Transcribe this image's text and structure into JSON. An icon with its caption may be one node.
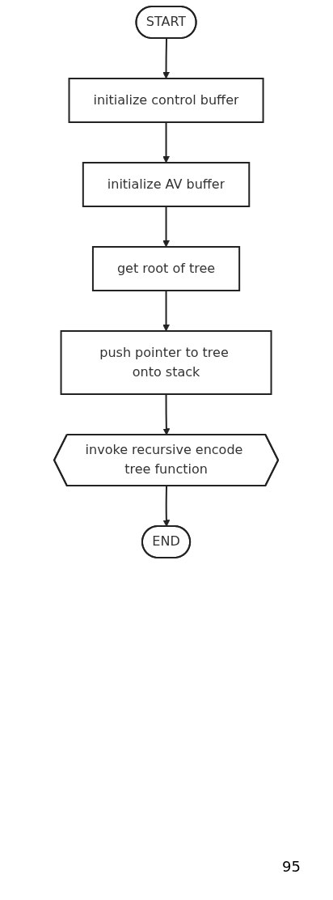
{
  "diagram": {
    "nodes": [
      {
        "text": [
          "START"
        ]
      },
      {
        "text": [
          "initialize control buffer"
        ]
      },
      {
        "text": [
          "initialize AV buffer"
        ]
      },
      {
        "text": [
          "get root of tree"
        ]
      },
      {
        "text": [
          "push pointer to tree onto stack"
        ]
      },
      {
        "text": [
          "invoke recursive encode tree function"
        ]
      },
      {
        "text": [
          "END"
        ]
      }
    ],
    "edges": [
      {
        "from": 0,
        "to": 1,
        "arrow": "to"
      },
      {
        "from": 1,
        "to": 2,
        "arrow": "to"
      },
      {
        "from": 2,
        "to": 3,
        "arrow": "to"
      },
      {
        "from": 3,
        "to": 4,
        "arrow": "to"
      },
      {
        "from": 4,
        "to": 5,
        "arrow": "to"
      },
      {
        "from": 5,
        "to": 6,
        "arrow": "to"
      }
    ],
    "labels": [
      "95"
    ]
  }
}
